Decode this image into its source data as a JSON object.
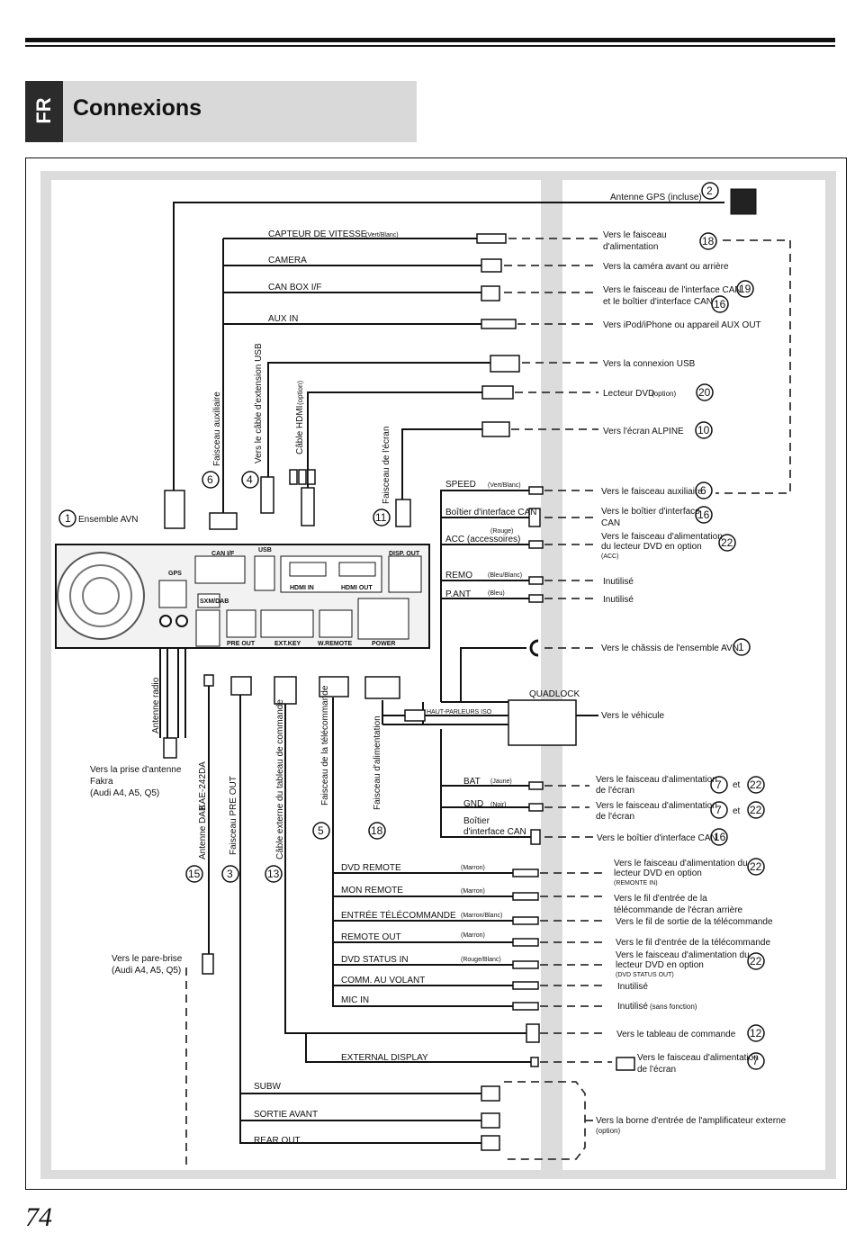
{
  "header": {
    "lang": "FR",
    "title": "Connexions"
  },
  "page_number": "74",
  "unit": {
    "name": "Ensemble AVN",
    "name_num": "1",
    "ports": {
      "gps": "GPS",
      "can": "CAN I/F",
      "usb": "USB",
      "disp": "DISP. OUT",
      "sxm": "SXM/DAB",
      "hdmi_in": "HDMI IN",
      "hdmi_out": "HDMI OUT",
      "pre": "PRE OUT",
      "ext": "EXT.KEY",
      "wremote": "W.REMOTE",
      "power": "POWER"
    }
  },
  "top_leads": {
    "gps": {
      "text": "Antenne GPS (incluse)",
      "num": "2"
    },
    "speed": {
      "label": "CAPTEUR DE VITESSE",
      "sub": "(Vert/Blanc)",
      "dest1": "Vers le faisceau",
      "dest2": "d'alimentation",
      "num": "18"
    },
    "camera": {
      "label": "CAMERA",
      "dest": "Vers la caméra avant ou arrière"
    },
    "canbox": {
      "label": "CAN BOX I/F",
      "dest1": "Vers le faisceau de l'interface CAN",
      "dest2": "et le boîtier d'interface CAN",
      "num1": "19",
      "num2": "16"
    },
    "aux": {
      "label": "AUX IN",
      "dest": "Vers iPod/iPhone ou appareil AUX OUT"
    },
    "usb": {
      "dest": "Vers la connexion USB"
    },
    "dvd": {
      "dest": "Lecteur DVD",
      "sub": "(option)",
      "num": "20"
    },
    "alpine": {
      "dest": "Vers l'écran ALPINE",
      "num": "10"
    }
  },
  "vertical_labels": {
    "aux_harness": "Faisceau auxiliaire",
    "aux_num": "6",
    "usb_ext": "Vers le câble d'extension USB",
    "usb_num": "4",
    "hdmi": "Câble HDMI",
    "hdmi_sub": "(option)",
    "screen": "Faisceau de l'écran",
    "screen_num": "11",
    "radio": "Antenne radio",
    "dab": "Antenne DAB",
    "dab_model": "KAE-242DA",
    "dab_num": "15",
    "pre": "Faisceau PRE OUT",
    "pre_num": "3",
    "cmd": "Câble externe du tableau de commande",
    "cmd_num": "13",
    "remote": "Faisceau de la télécommande",
    "remote_num": "5",
    "power": "Faisceau d'alimentation",
    "power_num": "18"
  },
  "aux_harness_leads": {
    "speed": {
      "label": "SPEED",
      "sub": "(Vert/Blanc)",
      "dest": "Vers le faisceau auxiliaire",
      "num": "6"
    },
    "can": {
      "label": "Boîtier d'interface CAN",
      "dest1": "Vers le boîtier d'interface",
      "dest2": "CAN",
      "num": "16"
    },
    "acc": {
      "label": "ACC (accessoires)",
      "sub": "(Rouge)",
      "dest1": "Vers le faisceau d'alimentation",
      "dest2": "du lecteur DVD en option",
      "dest3": "(ACC)",
      "num": "22"
    },
    "remo": {
      "label": "REMO",
      "sub": "(Bleu/Blanc)",
      "dest": "Inutilisé"
    },
    "pant": {
      "label": "P.ANT",
      "sub": "(Bleu)",
      "dest": "Inutilisé"
    }
  },
  "chassis": {
    "dest": "Vers le châssis de l'ensemble AVN",
    "num": "1"
  },
  "quadlock": {
    "label": "QUADLOCK",
    "speakers": "HAUT-PARLEURS ISO",
    "dest": "Vers le véhicule"
  },
  "power_leads": {
    "bat": {
      "label": "BAT",
      "sub": "(Jaune)",
      "dest1": "Vers le faisceau d'alimentation",
      "dest2": "de l'écran",
      "num1": "7",
      "et": "et",
      "num2": "22"
    },
    "gnd": {
      "label": "GND",
      "sub": "(Noir)",
      "dest1": "Vers le faisceau d'alimentation",
      "dest2": "de l'écran",
      "num1": "7",
      "et": "et",
      "num2": "22"
    },
    "can": {
      "label1": "Boîtier",
      "label2": "d'interface CAN",
      "dest": "Vers le boîtier d'interface CAN",
      "num": "16"
    }
  },
  "antenna": {
    "dest1": "Vers la prise d'antenne",
    "dest2": "Fakra",
    "dest3": "(Audi A4, A5, Q5)"
  },
  "windshield": {
    "dest1": "Vers le pare-brise",
    "dest2": "(Audi A4, A5, Q5)"
  },
  "remote_leads": {
    "dvd_remote": {
      "label": "DVD REMOTE",
      "sub": "(Marron)",
      "dest1": "Vers le faisceau d'alimentation du",
      "dest2": "lecteur DVD en option",
      "dest3": "(REMONTE IN)",
      "num": "22"
    },
    "mon_remote": {
      "label": "MON REMOTE",
      "sub": "(Marron)",
      "dest1": "Vers le fil d'entrée de la",
      "dest2": "télécommande de l'écran arrière"
    },
    "entree": {
      "label": "ENTRÉE TÉLÉCOMMANDE",
      "sub": "(Marron/Blanc)",
      "dest": "Vers le fil de sortie de la télécommande"
    },
    "remote_out": {
      "label": "REMOTE OUT",
      "sub": "(Marron)",
      "dest": "Vers le fil d'entrée de la télécommande"
    },
    "dvd_status": {
      "label": "DVD STATUS IN",
      "sub": "(Rouge/Blanc)",
      "dest1": "Vers le faisceau d'alimentation du",
      "dest2": "lecteur DVD en option",
      "dest3": "(DVD STATUS OUT)",
      "num": "22"
    },
    "comm": {
      "label": "COMM. AU VOLANT",
      "dest": "Inutilisé"
    },
    "mic": {
      "label": "MIC IN",
      "dest": "Inutilisé",
      "sub": "(sans fonction)"
    }
  },
  "panel": {
    "dest": "Vers le tableau de commande",
    "num": "12"
  },
  "ext_display": {
    "label": "EXTERNAL DISPLAY",
    "dest1": "Vers le faisceau d'alimentation",
    "dest2": "de l'écran",
    "num": "7"
  },
  "pre_leads": {
    "subw": "SUBW",
    "front": "SORTIE AVANT",
    "rear": "REAR OUT",
    "dest1": "Vers la borne d'entrée de l'amplificateur externe",
    "dest2": "(option)"
  }
}
